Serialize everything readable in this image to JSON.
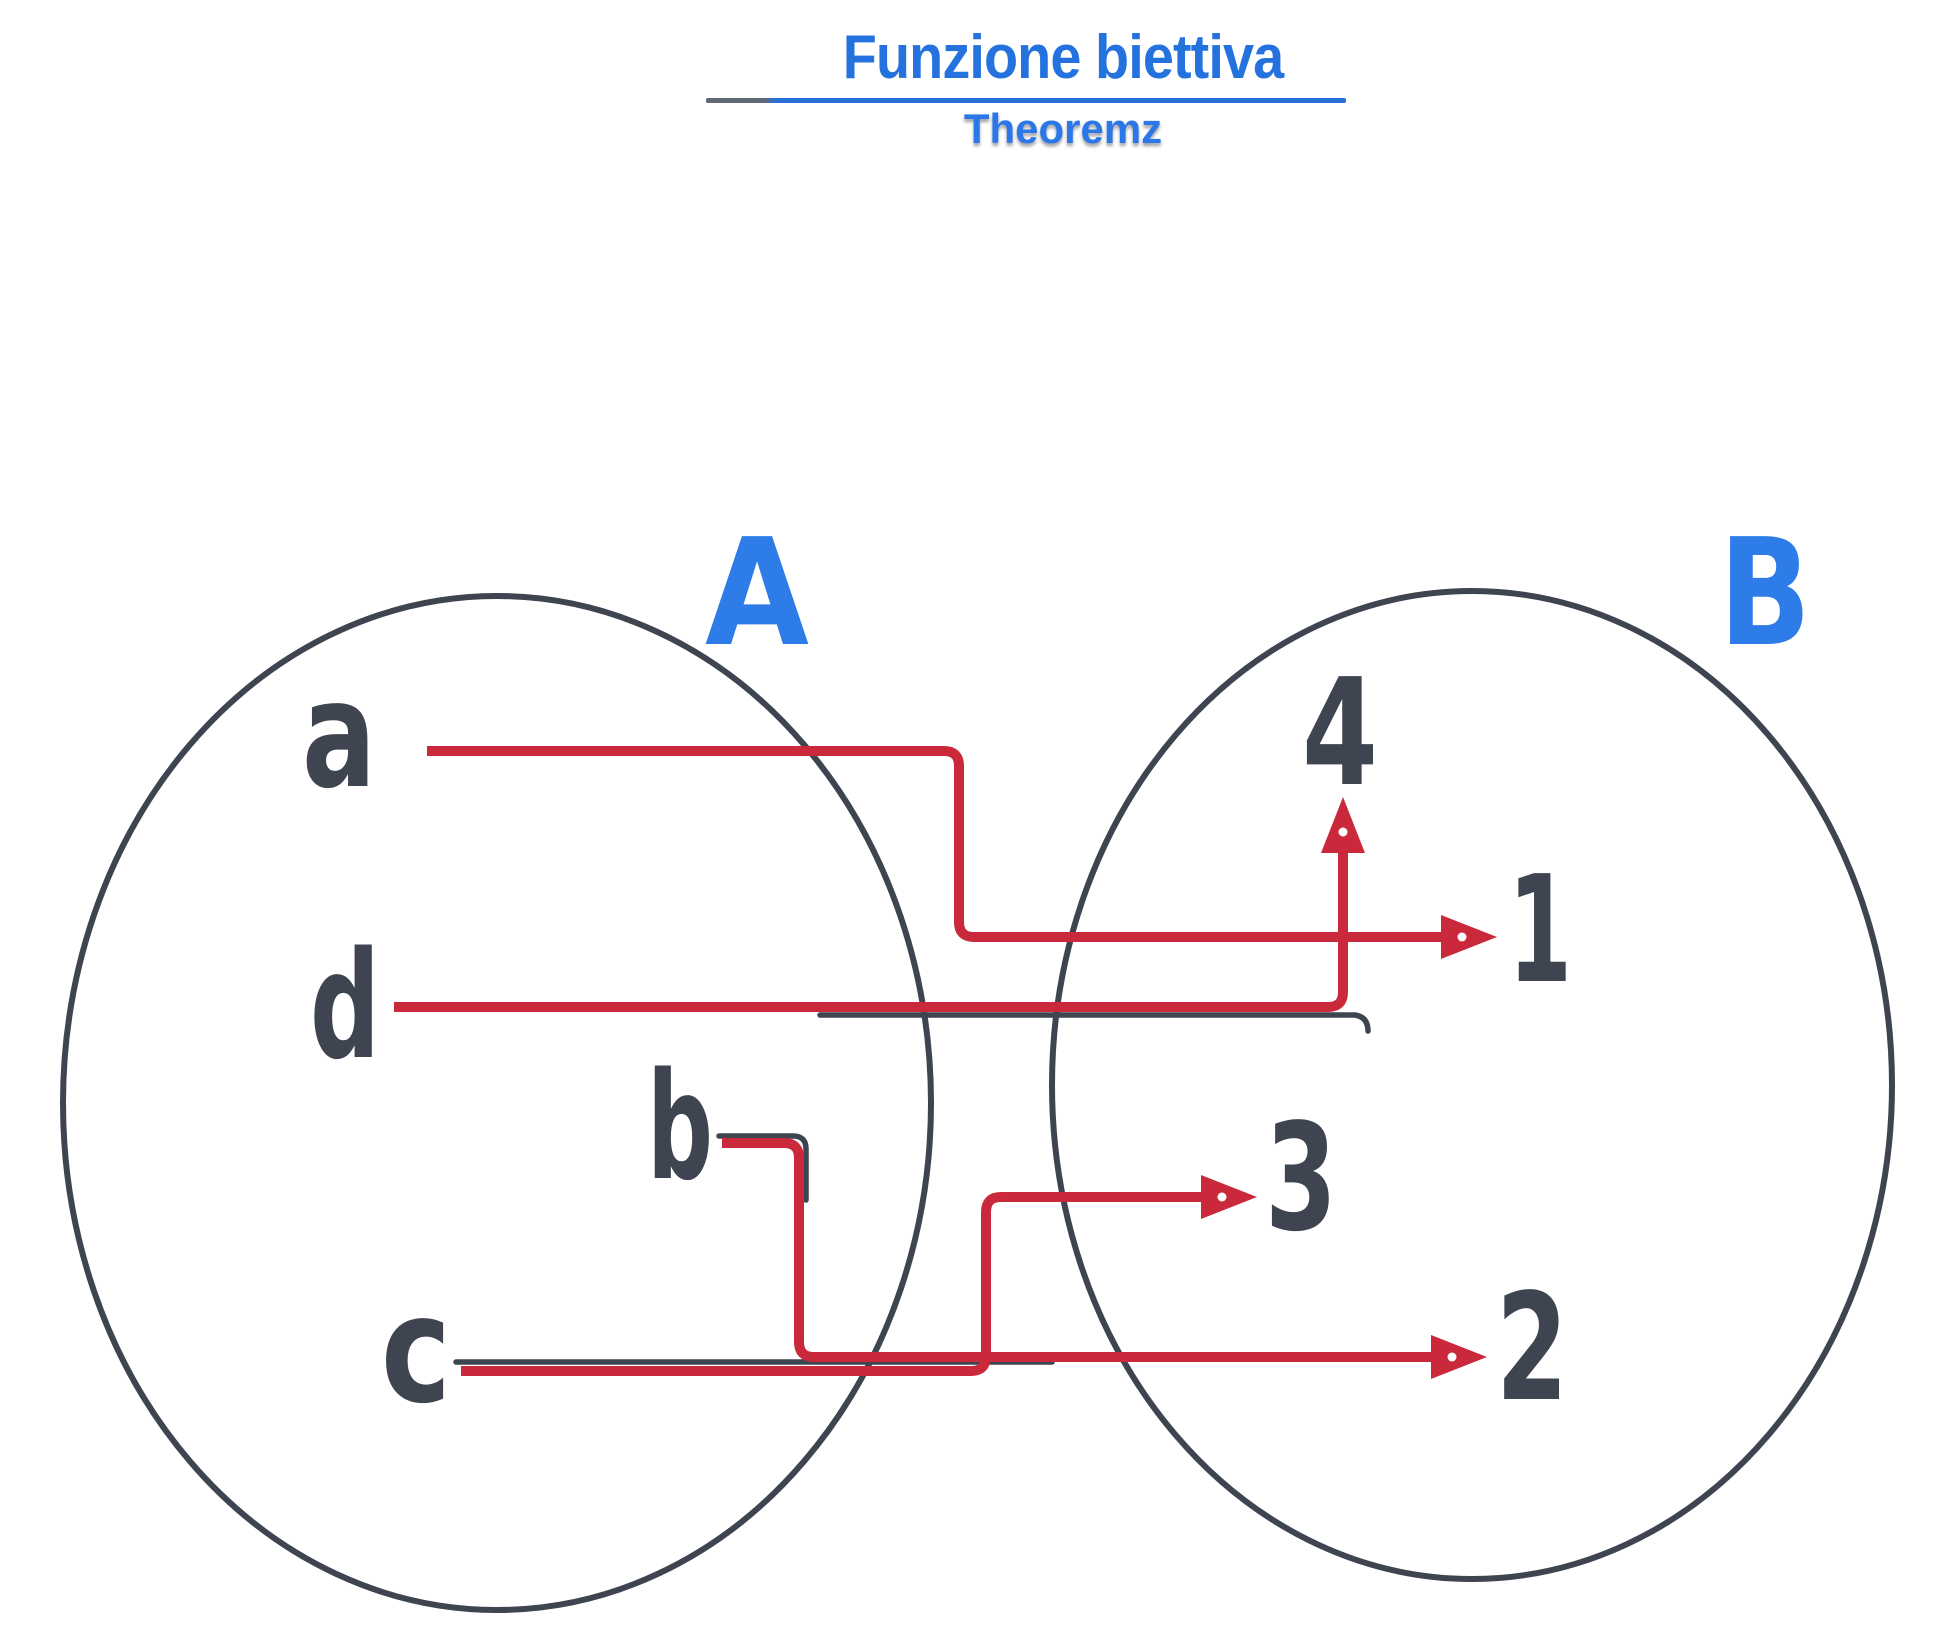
{
  "header": {
    "title": "Funzione biettiva",
    "subtitle": "Theoremz"
  },
  "colors": {
    "title_blue": "#2472dd",
    "set_label_blue": "#2e7ce8",
    "arrow_red": "#c9293a",
    "ink_slate": "#3e4450",
    "background": "#ffffff"
  },
  "diagram": {
    "set_a": {
      "label": "A",
      "elements": [
        "a",
        "d",
        "b",
        "c"
      ]
    },
    "set_b": {
      "label": "B",
      "elements": [
        "4",
        "1",
        "3",
        "2"
      ]
    },
    "mappings": [
      {
        "from": "a",
        "to": "1"
      },
      {
        "from": "d",
        "to": "4"
      },
      {
        "from": "b",
        "to": "2"
      },
      {
        "from": "c",
        "to": "3"
      }
    ]
  }
}
